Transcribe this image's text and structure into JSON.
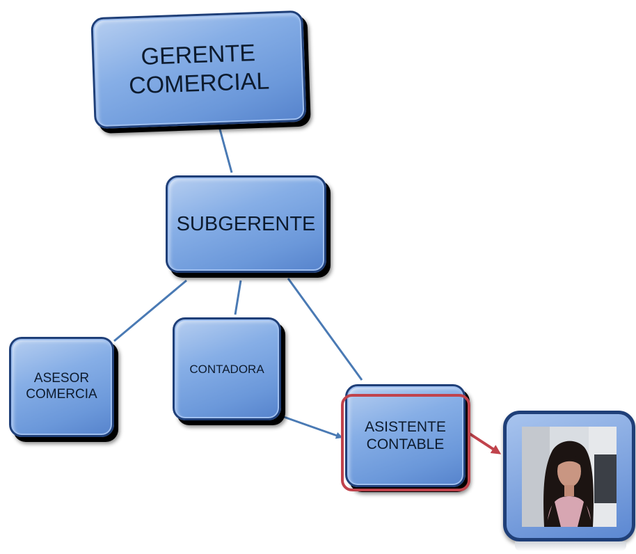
{
  "nodes": {
    "gerente": "GERENTE\nCOMERCIAL",
    "subgerente": "SUBGERENTE",
    "asesor": "ASESOR\nCOMERCIA",
    "contadora": "CONTADORA",
    "asistente": "ASISTENTE\nCONTABLE"
  },
  "colors": {
    "box_fill": "#6b98da",
    "box_border": "#1f3f78",
    "connector": "#4a7ab4",
    "highlight": "#c0434c"
  },
  "photo": {
    "icon": "person-portrait-icon"
  }
}
